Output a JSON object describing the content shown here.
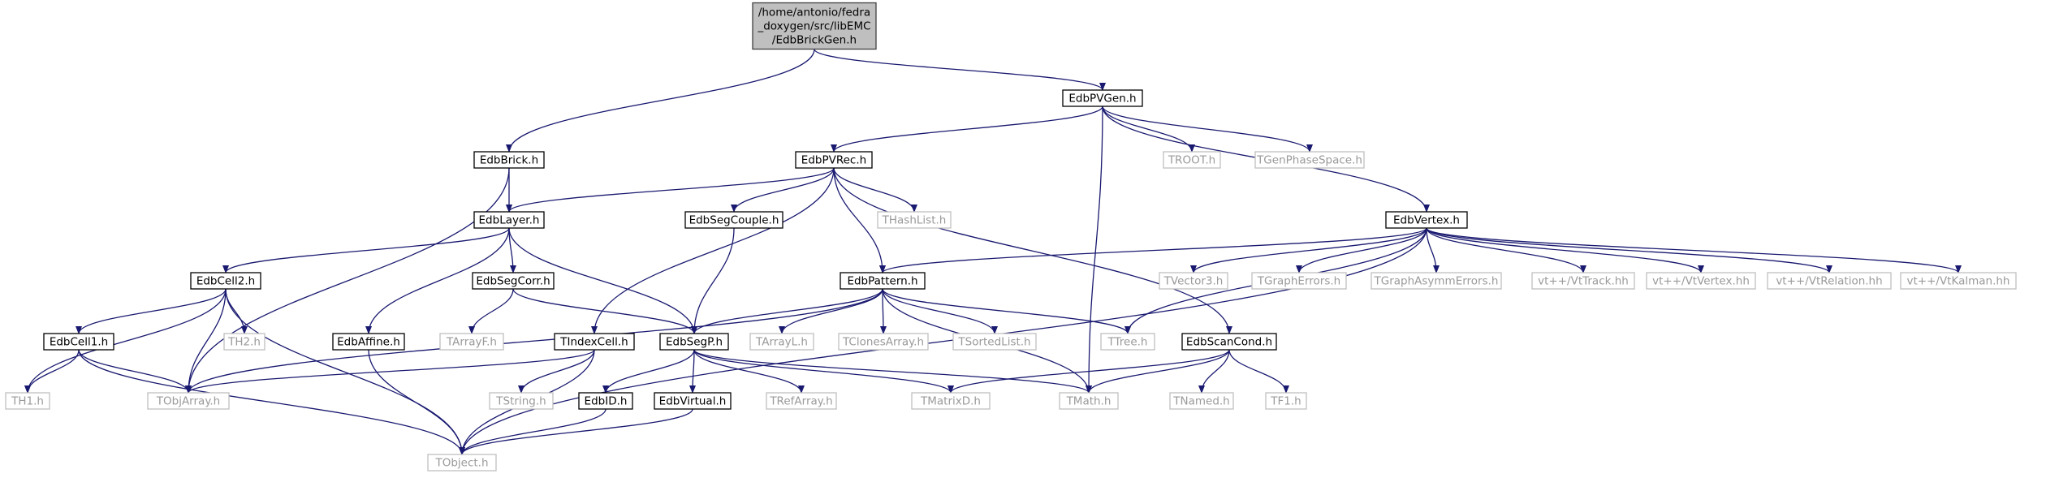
{
  "colors": {
    "edge": "#191970",
    "root_fill": "#bfbfbf",
    "root_stroke": "#404040",
    "documented_stroke": "#000000",
    "documented_text": "#000000",
    "external_stroke": "#bfbfbf",
    "external_text": "#9a9a9a"
  },
  "nodes": [
    {
      "id": "root",
      "lines": [
        "/home/antonio/fedra",
        "_doxygen/src/libEMC",
        "/EdbBrickGen.h"
      ],
      "kind": "root"
    },
    {
      "id": "EdbPVGen",
      "lines": [
        "EdbPVGen.h"
      ],
      "kind": "documented"
    },
    {
      "id": "EdbBrick",
      "lines": [
        "EdbBrick.h"
      ],
      "kind": "documented"
    },
    {
      "id": "EdbPVRec",
      "lines": [
        "EdbPVRec.h"
      ],
      "kind": "documented"
    },
    {
      "id": "TROOT",
      "lines": [
        "TROOT.h"
      ],
      "kind": "external"
    },
    {
      "id": "TGenPhaseSpace",
      "lines": [
        "TGenPhaseSpace.h"
      ],
      "kind": "external"
    },
    {
      "id": "EdbLayer",
      "lines": [
        "EdbLayer.h"
      ],
      "kind": "documented"
    },
    {
      "id": "EdbSegCouple",
      "lines": [
        "EdbSegCouple.h"
      ],
      "kind": "documented"
    },
    {
      "id": "THashList",
      "lines": [
        "THashList.h"
      ],
      "kind": "external"
    },
    {
      "id": "EdbVertex",
      "lines": [
        "EdbVertex.h"
      ],
      "kind": "documented"
    },
    {
      "id": "EdbCell2",
      "lines": [
        "EdbCell2.h"
      ],
      "kind": "documented"
    },
    {
      "id": "EdbSegCorr",
      "lines": [
        "EdbSegCorr.h"
      ],
      "kind": "documented"
    },
    {
      "id": "EdbPattern",
      "lines": [
        "EdbPattern.h"
      ],
      "kind": "documented"
    },
    {
      "id": "TVector3",
      "lines": [
        "TVector3.h"
      ],
      "kind": "external"
    },
    {
      "id": "TGraphErrors",
      "lines": [
        "TGraphErrors.h"
      ],
      "kind": "external"
    },
    {
      "id": "TGraphAsymmErrors",
      "lines": [
        "TGraphAsymmErrors.h"
      ],
      "kind": "external"
    },
    {
      "id": "VtTrack",
      "lines": [
        "vt++/VtTrack.hh"
      ],
      "kind": "external"
    },
    {
      "id": "VtVertex",
      "lines": [
        "vt++/VtVertex.hh"
      ],
      "kind": "external"
    },
    {
      "id": "VtRelation",
      "lines": [
        "vt++/VtRelation.hh"
      ],
      "kind": "external"
    },
    {
      "id": "VtKalman",
      "lines": [
        "vt++/VtKalman.hh"
      ],
      "kind": "external"
    },
    {
      "id": "EdbCell1",
      "lines": [
        "EdbCell1.h"
      ],
      "kind": "documented"
    },
    {
      "id": "TH2",
      "lines": [
        "TH2.h"
      ],
      "kind": "external"
    },
    {
      "id": "EdbAffine",
      "lines": [
        "EdbAffine.h"
      ],
      "kind": "documented"
    },
    {
      "id": "TArrayF",
      "lines": [
        "TArrayF.h"
      ],
      "kind": "external"
    },
    {
      "id": "TIndexCell",
      "lines": [
        "TIndexCell.h"
      ],
      "kind": "documented"
    },
    {
      "id": "EdbSegP",
      "lines": [
        "EdbSegP.h"
      ],
      "kind": "documented"
    },
    {
      "id": "TArrayL",
      "lines": [
        "TArrayL.h"
      ],
      "kind": "external"
    },
    {
      "id": "TClonesArray",
      "lines": [
        "TClonesArray.h"
      ],
      "kind": "external"
    },
    {
      "id": "TSortedList",
      "lines": [
        "TSortedList.h"
      ],
      "kind": "external"
    },
    {
      "id": "TTree",
      "lines": [
        "TTree.h"
      ],
      "kind": "external"
    },
    {
      "id": "EdbScanCond",
      "lines": [
        "EdbScanCond.h"
      ],
      "kind": "documented"
    },
    {
      "id": "TH1",
      "lines": [
        "TH1.h"
      ],
      "kind": "external"
    },
    {
      "id": "TObjArray",
      "lines": [
        "TObjArray.h"
      ],
      "kind": "external"
    },
    {
      "id": "TString",
      "lines": [
        "TString.h"
      ],
      "kind": "external"
    },
    {
      "id": "EdbID",
      "lines": [
        "EdbID.h"
      ],
      "kind": "documented"
    },
    {
      "id": "EdbVirtual",
      "lines": [
        "EdbVirtual.h"
      ],
      "kind": "documented"
    },
    {
      "id": "TRefArray",
      "lines": [
        "TRefArray.h"
      ],
      "kind": "external"
    },
    {
      "id": "TMatrixD",
      "lines": [
        "TMatrixD.h"
      ],
      "kind": "external"
    },
    {
      "id": "TMath",
      "lines": [
        "TMath.h"
      ],
      "kind": "external"
    },
    {
      "id": "TNamed",
      "lines": [
        "TNamed.h"
      ],
      "kind": "external"
    },
    {
      "id": "TF1",
      "lines": [
        "TF1.h"
      ],
      "kind": "external"
    },
    {
      "id": "TObject",
      "lines": [
        "TObject.h"
      ],
      "kind": "external"
    }
  ],
  "edges": [
    [
      "root",
      "EdbPVGen"
    ],
    [
      "root",
      "EdbBrick"
    ],
    [
      "EdbPVGen",
      "EdbPVRec"
    ],
    [
      "EdbPVGen",
      "TROOT"
    ],
    [
      "EdbPVGen",
      "TGenPhaseSpace"
    ],
    [
      "EdbPVGen",
      "EdbVertex"
    ],
    [
      "EdbPVGen",
      "TMath"
    ],
    [
      "EdbBrick",
      "EdbLayer"
    ],
    [
      "EdbBrick",
      "TObjArray"
    ],
    [
      "EdbPVRec",
      "EdbLayer"
    ],
    [
      "EdbPVRec",
      "EdbSegCouple"
    ],
    [
      "EdbPVRec",
      "THashList"
    ],
    [
      "EdbPVRec",
      "EdbPattern"
    ],
    [
      "EdbPVRec",
      "TIndexCell"
    ],
    [
      "EdbPVRec",
      "EdbScanCond"
    ],
    [
      "EdbLayer",
      "EdbCell2"
    ],
    [
      "EdbLayer",
      "EdbSegCorr"
    ],
    [
      "EdbLayer",
      "EdbAffine"
    ],
    [
      "EdbLayer",
      "EdbSegP"
    ],
    [
      "EdbSegCouple",
      "EdbSegP"
    ],
    [
      "EdbVertex",
      "EdbPattern"
    ],
    [
      "EdbVertex",
      "TVector3"
    ],
    [
      "EdbVertex",
      "TGraphErrors"
    ],
    [
      "EdbVertex",
      "TGraphAsymmErrors"
    ],
    [
      "EdbVertex",
      "VtTrack"
    ],
    [
      "EdbVertex",
      "VtVertex"
    ],
    [
      "EdbVertex",
      "VtRelation"
    ],
    [
      "EdbVertex",
      "VtKalman"
    ],
    [
      "EdbVertex",
      "TTree"
    ],
    [
      "EdbVertex",
      "TObject"
    ],
    [
      "EdbCell2",
      "EdbCell1"
    ],
    [
      "EdbCell2",
      "TH2"
    ],
    [
      "EdbCell2",
      "TH1"
    ],
    [
      "EdbCell2",
      "TObjArray"
    ],
    [
      "EdbCell2",
      "TObject"
    ],
    [
      "EdbSegCorr",
      "TArrayF"
    ],
    [
      "EdbSegCorr",
      "EdbSegP"
    ],
    [
      "EdbPattern",
      "EdbSegP"
    ],
    [
      "EdbPattern",
      "TArrayL"
    ],
    [
      "EdbPattern",
      "TClonesArray"
    ],
    [
      "EdbPattern",
      "TSortedList"
    ],
    [
      "EdbPattern",
      "TTree"
    ],
    [
      "EdbPattern",
      "TMath"
    ],
    [
      "EdbPattern",
      "TObjArray"
    ],
    [
      "EdbCell1",
      "TH1"
    ],
    [
      "EdbCell1",
      "TObjArray"
    ],
    [
      "EdbCell1",
      "TObject"
    ],
    [
      "EdbAffine",
      "TObject"
    ],
    [
      "TIndexCell",
      "TObjArray"
    ],
    [
      "TIndexCell",
      "TString"
    ],
    [
      "TIndexCell",
      "TObject"
    ],
    [
      "EdbSegP",
      "EdbID"
    ],
    [
      "EdbSegP",
      "EdbVirtual"
    ],
    [
      "EdbSegP",
      "TRefArray"
    ],
    [
      "EdbSegP",
      "TMatrixD"
    ],
    [
      "EdbSegP",
      "TMath"
    ],
    [
      "EdbID",
      "TObject"
    ],
    [
      "EdbVirtual",
      "TObject"
    ],
    [
      "EdbScanCond",
      "TMatrixD"
    ],
    [
      "EdbScanCond",
      "TMath"
    ],
    [
      "EdbScanCond",
      "TNamed"
    ],
    [
      "EdbScanCond",
      "TF1"
    ]
  ]
}
